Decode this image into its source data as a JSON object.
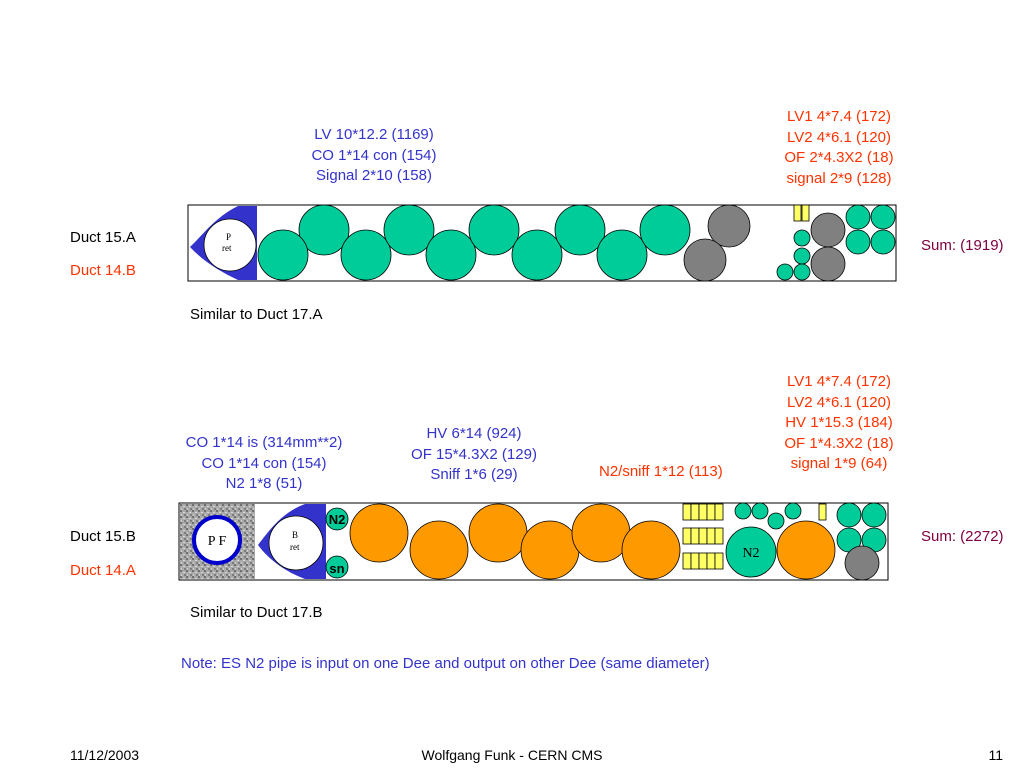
{
  "duct_a": {
    "cable_label_lines": [
      "LV 10*12.2 (1169)",
      "CO 1*14 con (154)",
      "Signal 2*10 (158)"
    ],
    "right_label_lines": [
      "LV1  4*7.4 (172)",
      "LV2  4*6.1 (120)",
      "OF 2*4.3X2 (18)",
      "signal 2*9 (128)"
    ],
    "name_primary": "Duct 15.A",
    "name_secondary": "Duct 14.B",
    "sum": "Sum: (1919)",
    "similar": "Similar to Duct 17.A",
    "pipe_label_top": "P",
    "pipe_label_bottom": "ret"
  },
  "duct_b": {
    "left_label_lines": [
      "CO 1*14 is (314mm**2)",
      "CO 1*14 con (154)",
      "N2 1*8 (51)"
    ],
    "middle_label_lines": [
      "HV 6*14 (924)",
      "OF 15*4.3X2 (129)",
      "Sniff 1*6 (29)"
    ],
    "sniff_label": "N2/sniff 1*12 (113)",
    "right_label_lines": [
      "LV1 4*7.4 (172)",
      "LV2  4*6.1 (120)",
      "HV 1*15.3 (184)",
      "OF 1*4.3X2 (18)",
      "signal 1*9 (64)"
    ],
    "name_primary": "Duct 15.B",
    "name_secondary": "Duct 14.A",
    "sum": "Sum: (2272)",
    "similar": "Similar to Duct 17.B",
    "pf_label": "P F",
    "pipe_label_top": "B",
    "pipe_label_bottom": "ret",
    "n2_badge": "N2",
    "sn_badge": "sn",
    "n2_big_label": "N2"
  },
  "note": "Note: ES N2 pipe is input on one Dee and output on other Dee (same diameter)",
  "footer": {
    "date": "11/12/2003",
    "author": "Wolfgang Funk - CERN  CMS",
    "page": "11"
  },
  "colors": {
    "cable_green": "#00cc99",
    "cable_gray": "#808080",
    "cable_orange": "#ff9900",
    "connector_yellow": "#ffff66",
    "pipe_blue": "#3333cc",
    "label_blue": "#3333cc",
    "label_orange": "#ff3300",
    "sum_maroon": "#800040"
  }
}
